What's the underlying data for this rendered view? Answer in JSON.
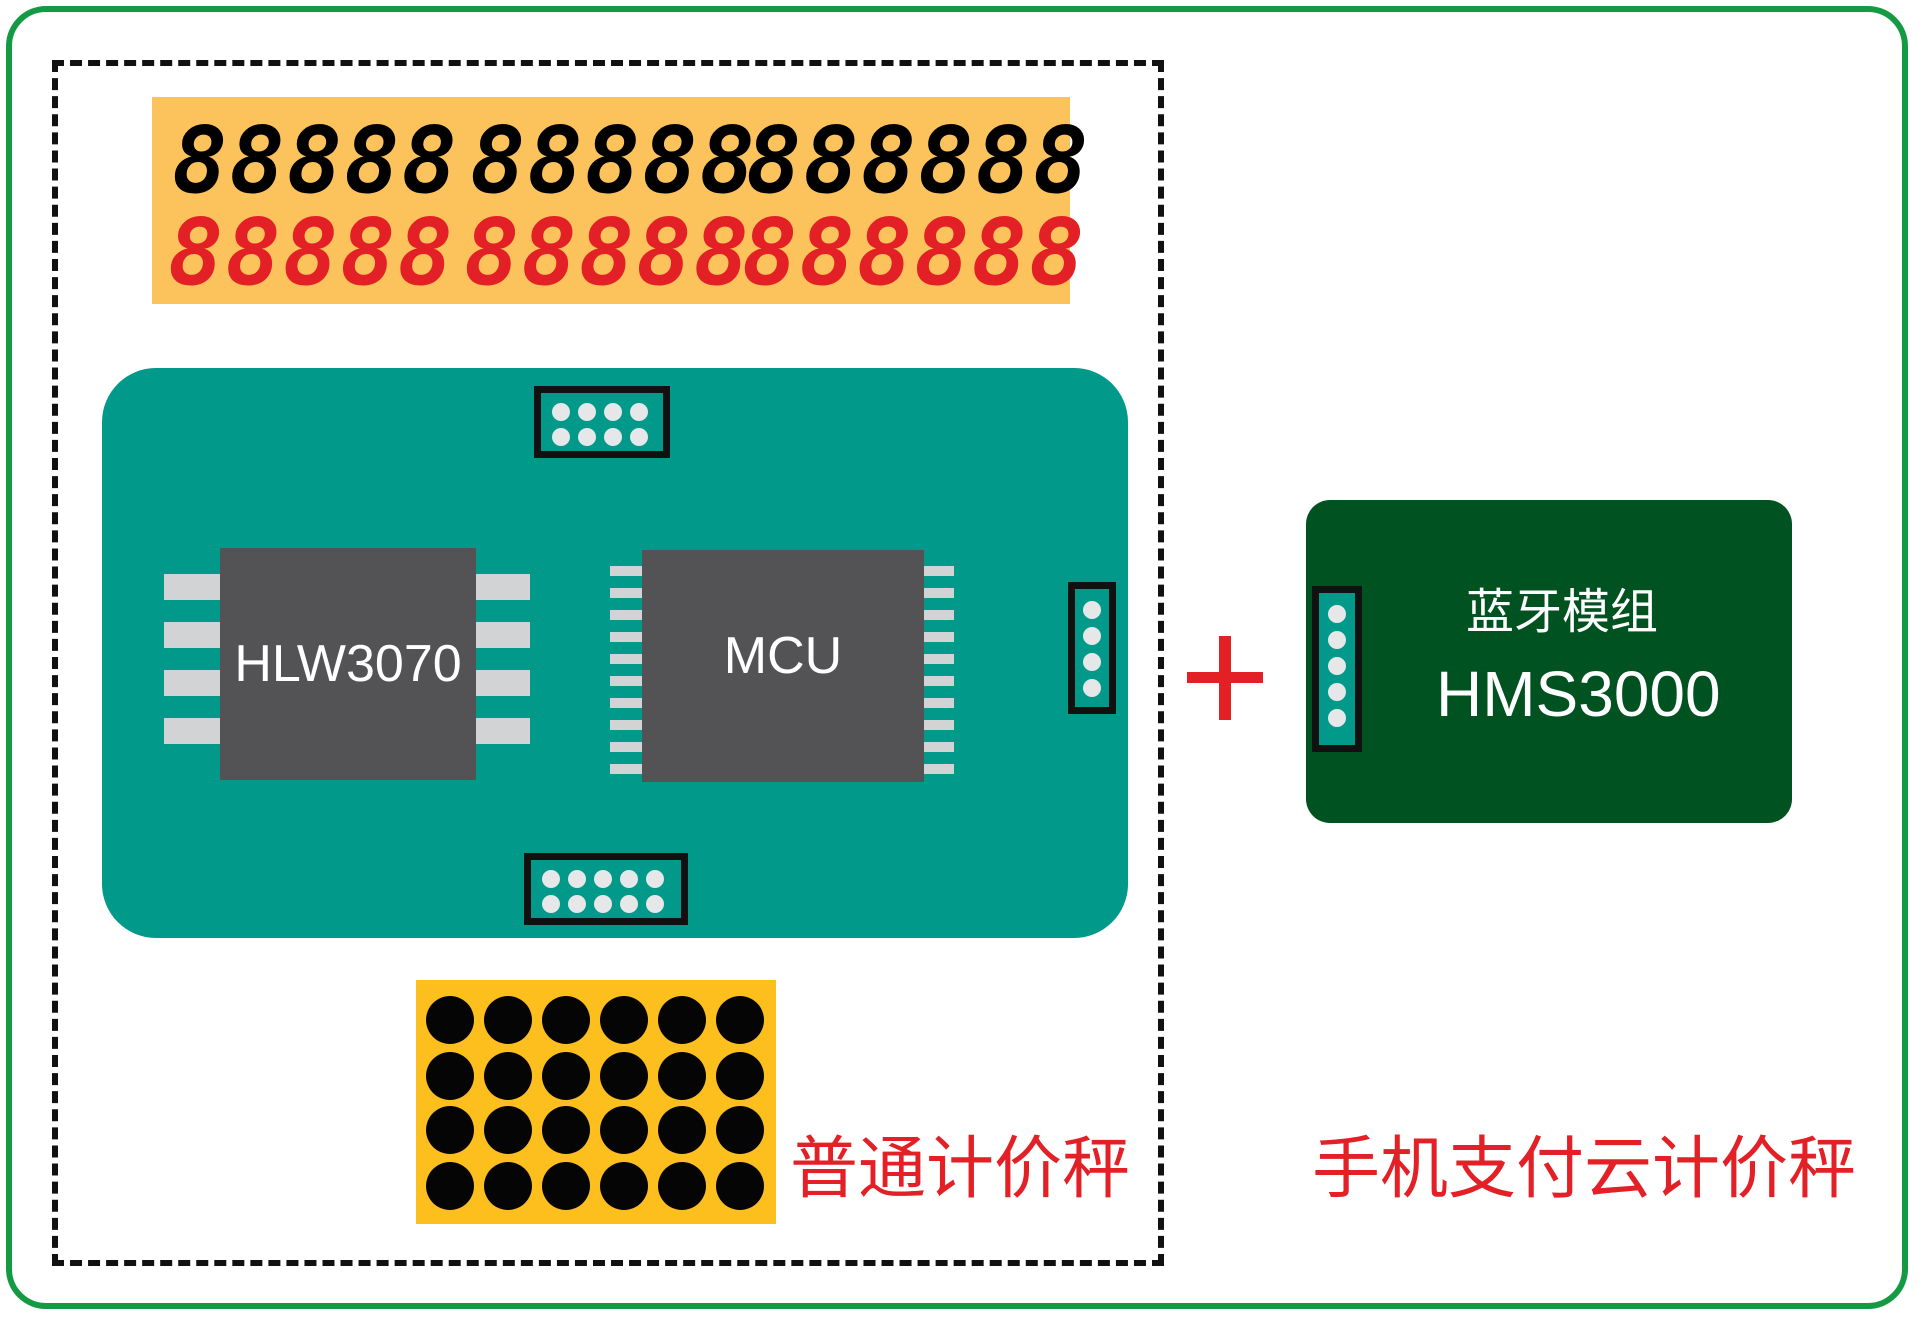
{
  "display": {
    "black_row": [
      "88888",
      "88888",
      "888888"
    ],
    "red_row": [
      "88888",
      "88888",
      "888888"
    ],
    "black_color": "#000000",
    "red_color": "#e32026"
  },
  "board": {
    "chip_left_label": "HLW3070",
    "chip_right_label": "MCU"
  },
  "labels": {
    "plus": "+",
    "ordinary_scale": "普通计价秤",
    "cloud_scale": "手机支付云计价秤"
  },
  "bluetooth": {
    "title": "蓝牙模组",
    "model": "HMS3000"
  },
  "colors": {
    "frame": "#139a43",
    "board": "#00998a",
    "module": "#015221",
    "display_bg": "#fcc35c",
    "keypad_bg": "#fdbf1e",
    "accent_red": "#e32026"
  }
}
